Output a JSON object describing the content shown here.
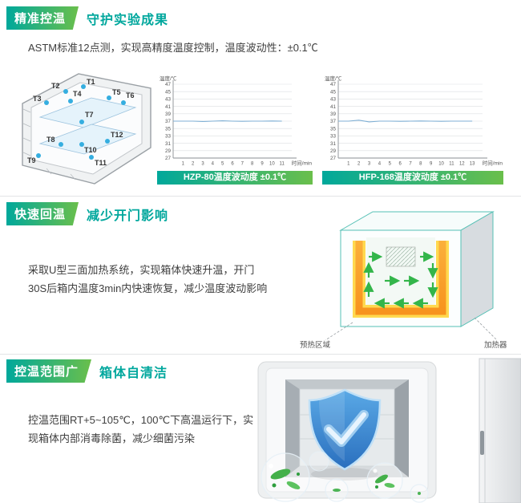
{
  "page": {
    "sections": [
      {
        "badge": "精准控温",
        "title": "守护实验成果",
        "body": "ASTM标准12点测，实现高精度温度控制，温度波动性：±0.1℃"
      },
      {
        "badge": "快速回温",
        "title": "减少开门影响",
        "body": "采取U型三面加热系统，实现箱体快速升温，开门30S后箱内温度3min内快速恢复，减少温度波动影响"
      },
      {
        "badge": "控温范围广",
        "title": "箱体自清洁",
        "body": "控温范围RT+5~105℃，100℃下高温运行下，实现箱体内部消毒除菌，减少细菌污染"
      }
    ]
  },
  "chamber": {
    "points": [
      "T1",
      "T2",
      "T3",
      "T4",
      "T5",
      "T6",
      "T7",
      "T8",
      "T9",
      "T10",
      "T11",
      "T12"
    ]
  },
  "heating_diagram": {
    "label_preheat": "预热区域",
    "label_heater": "加热器"
  },
  "chart_data": [
    {
      "type": "line",
      "caption": "HZP-80温度波动度 ±0.1℃",
      "ylabel": "温度/℃",
      "xlabel": "时间/min",
      "ylim": [
        27,
        47
      ],
      "y_ticks": [
        27,
        29,
        31,
        33,
        35,
        37,
        39,
        41,
        43,
        45,
        47
      ],
      "x_ticks": [
        1,
        2,
        3,
        4,
        5,
        6,
        7,
        8,
        9,
        10,
        11
      ],
      "values": [
        37,
        37,
        36.9,
        37,
        37.1,
        37,
        36.95,
        37,
        37,
        37.05,
        37
      ],
      "line_color": "#7fafd4",
      "grid": "on",
      "legend": "none"
    },
    {
      "type": "line",
      "caption": "HFP-168温度波动度 ±0.1℃",
      "ylabel": "温度/℃",
      "xlabel": "时间/min",
      "ylim": [
        27,
        47
      ],
      "y_ticks": [
        27,
        29,
        31,
        33,
        35,
        37,
        39,
        41,
        43,
        45,
        47
      ],
      "x_ticks": [
        1,
        2,
        3,
        4,
        5,
        6,
        7,
        8,
        9,
        10,
        11,
        12,
        13
      ],
      "values": [
        37,
        37.25,
        36.8,
        37,
        37,
        36.95,
        37,
        37.05,
        37,
        36.95,
        37,
        37,
        37
      ],
      "line_color": "#7fafd4",
      "grid": "on",
      "legend": "none"
    }
  ],
  "colors": {
    "accent_teal": "#00a89b",
    "accent_green": "#6abf4b",
    "heater_orange": "#f7931e",
    "arrow_green": "#33b54a",
    "shield_blue": "#2a6fbe",
    "point_blue": "#35aee0"
  }
}
